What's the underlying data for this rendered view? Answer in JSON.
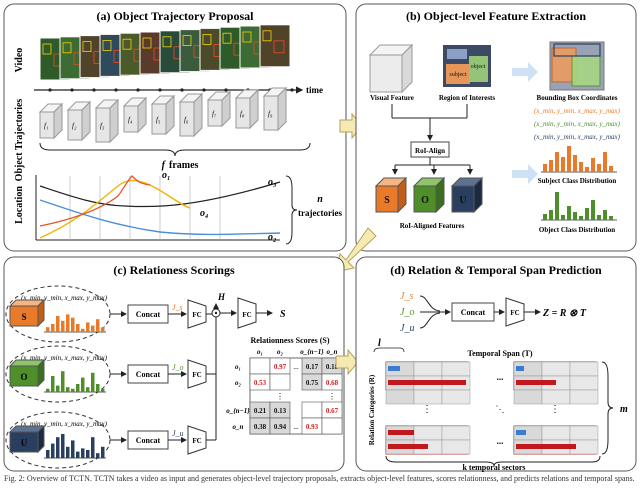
{
  "panels": {
    "a": {
      "title": "(a) Object Trajectory Proposal",
      "video_label": "Video",
      "time_label": "time",
      "trajectories_label": "Object Trajectories",
      "frames_label": "frames",
      "frames_var": "f",
      "location_label": "Location",
      "n_var": "n",
      "trajectories_word": "trajectories",
      "traj_labels": [
        "o₁",
        "o₃",
        "o₄",
        "o₂"
      ],
      "frame_labels": [
        "f₁",
        "f₂",
        "f₃",
        "f₄",
        "f₅",
        "f₆",
        "f₇",
        "f₈",
        "f₉"
      ]
    },
    "b": {
      "title": "(b) Object-level Feature Extraction",
      "visual_feature": "Visual Feature",
      "region_of_interests": "Region of Interests",
      "object_word": "object",
      "subject_word": "subject",
      "roi_align": "RoI-Align",
      "roi_aligned_features": "RoI-Aligned Features",
      "bbox_coordinates": "Bounding Box Coordinates",
      "coord_lines": [
        "(x_min, y_min, x_max, y_max)",
        "(x_min, y_min, x_max, y_max)",
        "(x_min, y_min, x_max, y_max)"
      ],
      "subject_class_dist": "Subject Class Distribution",
      "object_class_dist": "Object Class Distribution",
      "cube_labels": [
        "S",
        "O",
        "U"
      ]
    },
    "c": {
      "title": "(c) Relationess Scorings",
      "concat": "Concat",
      "fc": "FC",
      "j_labels": [
        "J_s",
        "J_o",
        "J_u"
      ],
      "h_label": "H",
      "s_label": "S",
      "coord_text": "(x_min, y_min, x_max, y_max)",
      "scores_title": "Relationness Scores (S)",
      "col_headers": [
        "o₁",
        "o₂",
        "o_{n−1}",
        "o_n"
      ],
      "row_headers": [
        "o₁",
        "o₂",
        "o_{n−1}",
        "o_n"
      ],
      "matrix": [
        [
          "",
          "0.97",
          "0.17",
          "0.18"
        ],
        [
          "0.53",
          "",
          "0.75",
          "0.68"
        ],
        [
          "0.21",
          "0.13",
          "",
          "0.67"
        ],
        [
          "0.38",
          "0.94",
          "0.93",
          ""
        ]
      ],
      "dots": "..."
    },
    "d": {
      "title": "(d) Relation  & Temporal Span Prediction",
      "inputs": [
        "J_s",
        "J_o",
        "J_u"
      ],
      "concat": "Concat",
      "fc": "FC",
      "equation": "Z = R ⊗ T",
      "temporal_span": "Temporal Span (T)",
      "relation_categories": "Relation Categories (R)",
      "l_var": "l",
      "m_var": "m",
      "k_label": "k temporal sectors",
      "dots": "..."
    }
  },
  "caption": "Fig. 2: Overview of TCTN. TCTN takes a video as input and generates object-level trajectory proposals, extracts object-level features, scores relationness, and predicts relations and temporal spans.",
  "colors": {
    "subject": "#e87a2a",
    "object": "#4f8f2a",
    "unknown": "#2a3f5f",
    "bar_red": "#c0181c",
    "bar_blue": "#3a7dd0",
    "highlight_red": "#d42020",
    "panel_border": "#555555",
    "arrow_fill": "#f5e9b4",
    "arrow_stroke": "#b5a25a"
  }
}
